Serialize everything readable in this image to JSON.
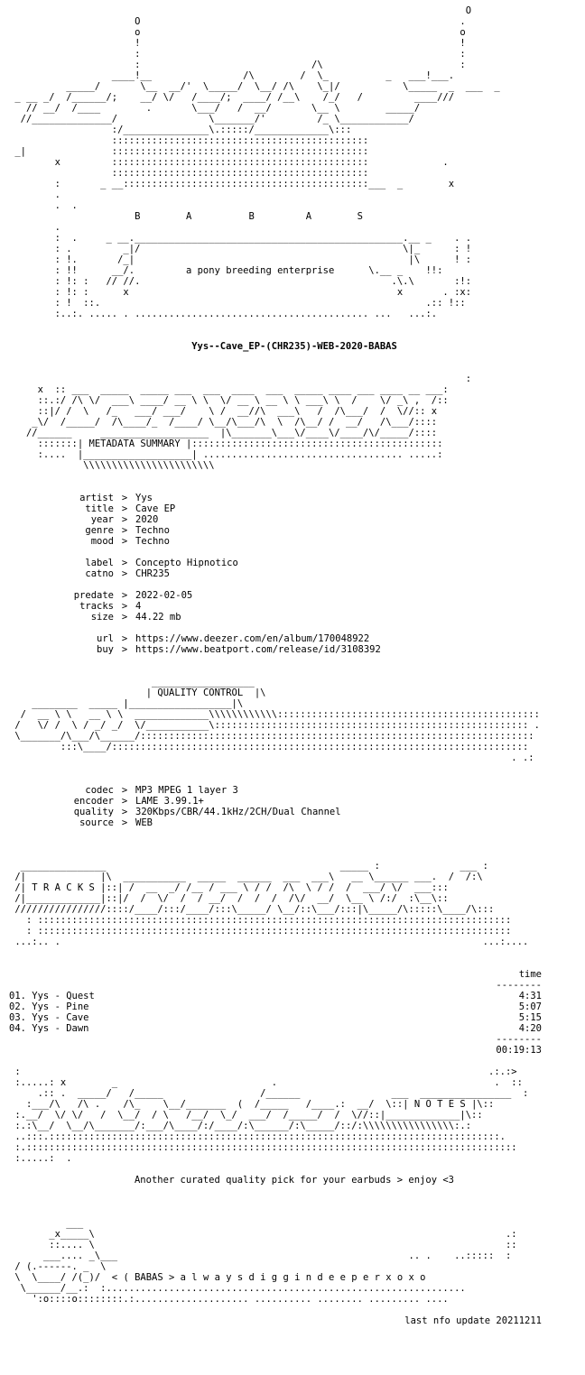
{
  "header_art": "                                                                               O\n                      O                                                        .\n                      o                                                        o\n                      !                                                        !\n                      :                                                        :\n                      :                          /\\                             :\n                  ____!__               /\\     /  \\_          _  ___!___.\n          _____/       \\__  __/'  \\_____/      \\__/ /\\    \\_|/           \\_____  _  ___  _\n _ __ _/  /______/;    __/ \\/   /____/;  ____/ /__\\    /_/   /         ____///\n   // __/  /____                \\___/   /  __/       \\__ \\        _____/\n  //______________/    .           \\_______/'         /_ \\____________/\n                  :/_______________\\.:::::/_____________\\:::\n                  :::::::::::::::::::::::::::::::::::::::::::::\n _|                 :::::::::::::::::::::::::::::::::::::::::::\n        x           :::::::::::::::::::::::::::::::::::::::::::\n                    :::::::::::::::::::::::::::::::::::::::::::             .\n        :         _ __:::::::::::::::::::::::::::::::::::::::::::___  _        x\n        .",
  "release_title": "Yys--Cave_EP-(CHR235)-WEB-2020-BABAS",
  "banner_letters": [
    "B",
    "A",
    "B",
    "A",
    "S"
  ],
  "tagline": "a pony breeding enterprise",
  "sections": {
    "metadata": "METADATA SUMMARY",
    "quality": "QUALITY CONTROL",
    "tracks": "T R A C K S",
    "notes": "N O T E S"
  },
  "metadata": [
    {
      "label": "artist",
      "value": "Yys"
    },
    {
      "label": "title",
      "value": "Cave EP"
    },
    {
      "label": "year",
      "value": "2020"
    },
    {
      "label": "genre",
      "value": "Techno"
    },
    {
      "label": "mood",
      "value": "Techno"
    },
    {
      "label": "label",
      "value": "Concepto Hipnotico"
    },
    {
      "label": "catno",
      "value": "CHR235"
    },
    {
      "label": "predate",
      "value": "2022-02-05"
    },
    {
      "label": "tracks",
      "value": "4"
    },
    {
      "label": "size",
      "value": "44.22 mb"
    },
    {
      "label": "url",
      "value": "https://www.deezer.com/en/album/170048922"
    },
    {
      "label": "buy",
      "value": "https://www.beatport.com/release/id/3108392"
    }
  ],
  "quality": [
    {
      "label": "codec",
      "value": "MP3 MPEG 1 layer 3"
    },
    {
      "label": "encoder",
      "value": "LAME 3.99.1+"
    },
    {
      "label": "quality",
      "value": "320Kbps/CBR/44.1kHz/2CH/Dual Channel"
    },
    {
      "label": "source",
      "value": "WEB"
    }
  ],
  "tracks_header": "time",
  "tracks": [
    {
      "name": "01. Yys - Quest",
      "time": "4:31"
    },
    {
      "name": "02. Yys - Pine",
      "time": "5:07"
    },
    {
      "name": "03. Yys - Cave",
      "time": "5:15"
    },
    {
      "name": "04. Yys - Dawn",
      "time": "4:20"
    }
  ],
  "total_time": "00:19:13",
  "notes_text": "Another curated quality pick for your earbuds > enjoy <3",
  "footer_slogan": "< ( BABAS > a l w a y s d i g g i n d e e p e r x o x o",
  "last_update": "last nfo update 20211211"
}
